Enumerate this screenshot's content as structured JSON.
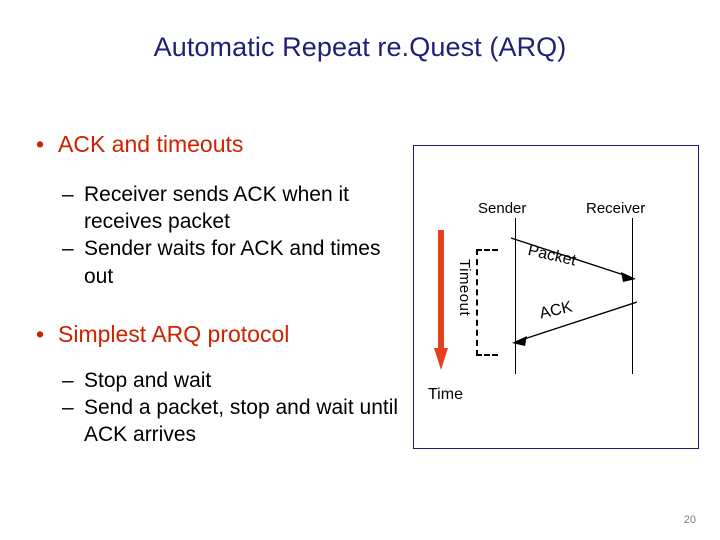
{
  "slide": {
    "title": "Automatic Repeat re.Quest (ARQ)",
    "page_number": "20",
    "title_color": "#1F1F7A",
    "bullet_color": "#CC2200"
  },
  "bullets": [
    {
      "level": 1,
      "marker": "•",
      "text": "ACK and timeouts"
    },
    {
      "level": 2,
      "marker": "–",
      "text": "Receiver sends ACK when it receives packet"
    },
    {
      "level": 2,
      "marker": "–",
      "text": "Sender waits for ACK and times out"
    },
    {
      "level": 1,
      "marker": "•",
      "text": "Simplest ARQ protocol"
    },
    {
      "level": 2,
      "marker": "–",
      "text": "Stop and wait"
    },
    {
      "level": 2,
      "marker": "–",
      "text": "Send a packet, stop and wait until ACK arrives"
    }
  ],
  "diagram": {
    "sender_label": "Sender",
    "receiver_label": "Receiver",
    "time_label": "Time",
    "timeout_label": "Timeout",
    "packet_label": "Packet",
    "ack_label": "ACK",
    "arrow_color": "#E8401C",
    "line_color": "#000000",
    "border_color": "#1F1F7A"
  }
}
